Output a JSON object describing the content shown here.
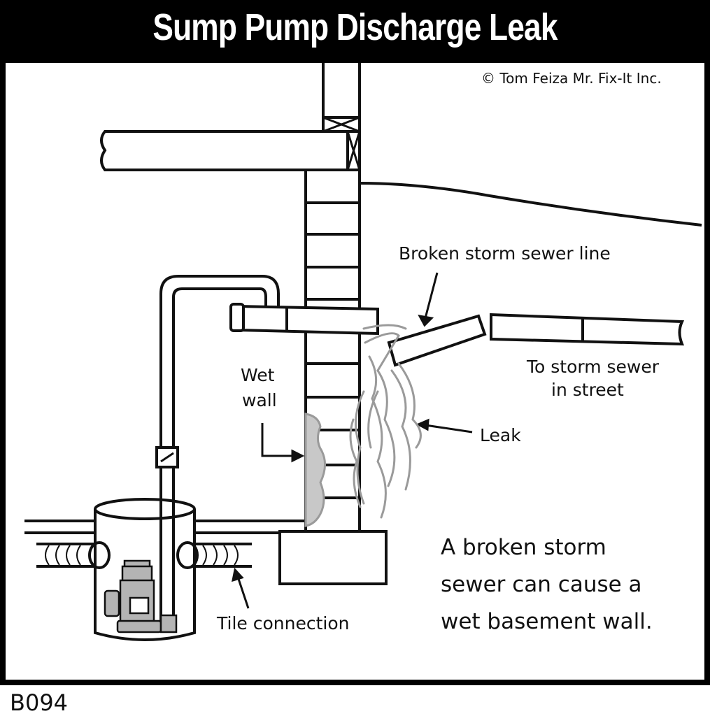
{
  "title": "Sump Pump Discharge Leak",
  "copyright": "© Tom Feiza Mr. Fix-It Inc.",
  "figure_code": "B094",
  "colors": {
    "ink": "#111111",
    "water": "#9a9a9a",
    "wet_fill": "#c8c8c8",
    "pump_fill": "#b4b4b4",
    "frame": "#000000"
  },
  "labels": {
    "broken_line": "Broken storm sewer line",
    "to_sewer_1": "To storm sewer",
    "to_sewer_2": "in street",
    "wet_wall_1": "Wet",
    "wet_wall_2": "wall",
    "leak": "Leak",
    "tile": "Tile connection",
    "caption_1": "A broken storm",
    "caption_2": "sewer can cause a",
    "caption_3": "wet basement wall."
  }
}
